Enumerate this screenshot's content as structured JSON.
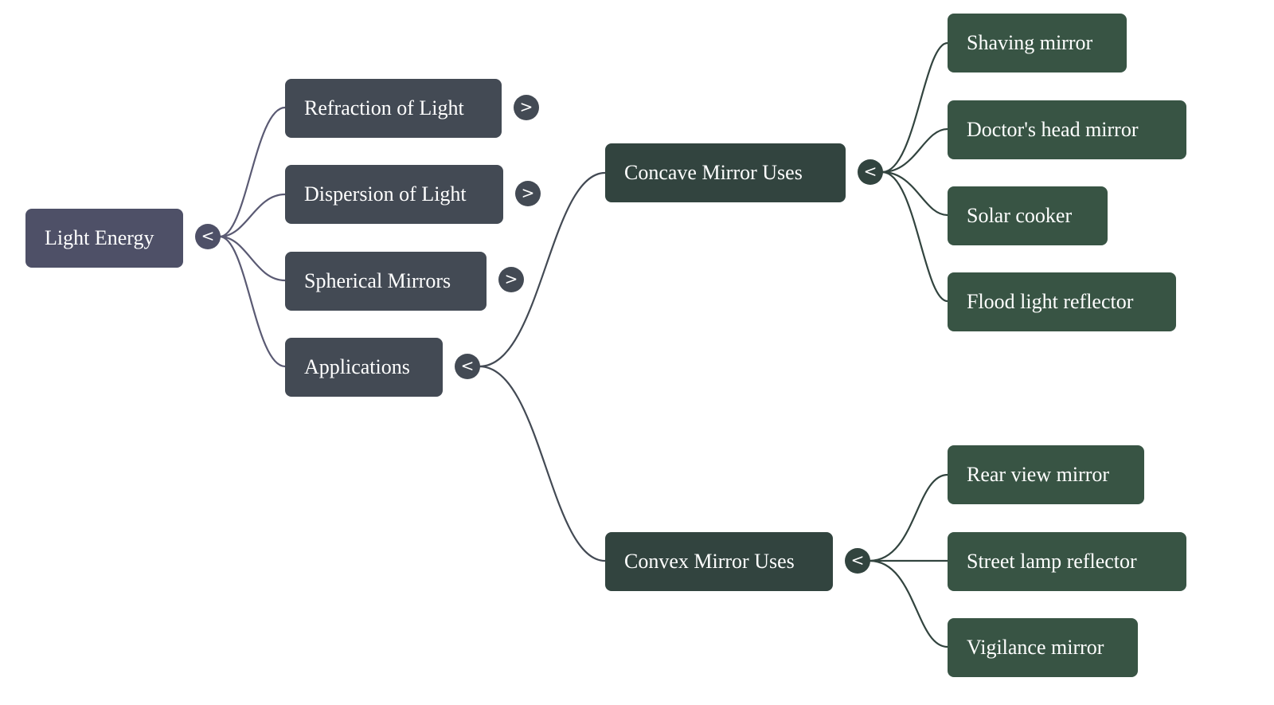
{
  "root": {
    "label": "Light Energy",
    "toggle": "<"
  },
  "level1": [
    {
      "label": "Refraction of Light",
      "toggle": ">"
    },
    {
      "label": "Dispersion of Light",
      "toggle": ">"
    },
    {
      "label": "Spherical Mirrors",
      "toggle": ">"
    },
    {
      "label": "Applications",
      "toggle": "<"
    }
  ],
  "level2": [
    {
      "label": "Concave Mirror Uses",
      "toggle": "<"
    },
    {
      "label": "Convex Mirror Uses",
      "toggle": "<"
    }
  ],
  "concave_items": [
    {
      "label": "Shaving mirror"
    },
    {
      "label": "Doctor's head mirror"
    },
    {
      "label": "Solar cooker"
    },
    {
      "label": "Flood light reflector"
    }
  ],
  "convex_items": [
    {
      "label": "Rear view mirror"
    },
    {
      "label": "Street lamp reflector"
    },
    {
      "label": "Vigilance mirror"
    }
  ],
  "colors": {
    "root": "#4e5067",
    "level1": "#434a54",
    "level2": "#32443f",
    "level3": "#385444",
    "link_root": "#5a5a73",
    "link_level1": "#434a54",
    "link_level2": "#32443f"
  }
}
